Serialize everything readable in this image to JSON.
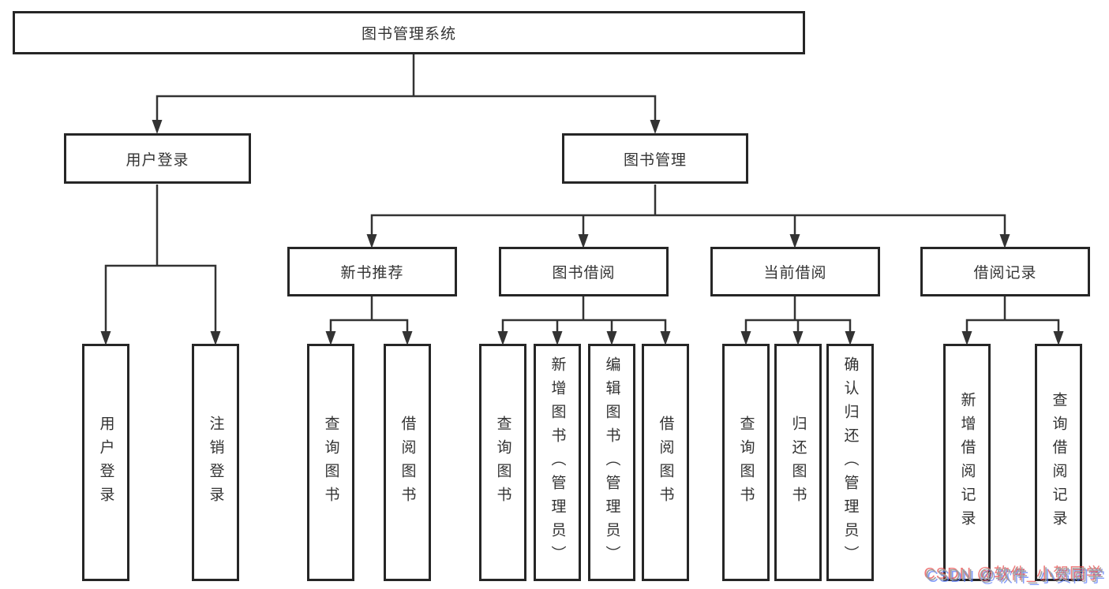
{
  "tree": {
    "label": "图书管理系统",
    "children": [
      {
        "label": "用户登录",
        "children": [
          {
            "label": "用户登录"
          },
          {
            "label": "注销登录"
          }
        ]
      },
      {
        "label": "图书管理",
        "children": [
          {
            "label": "新书推荐",
            "children": [
              {
                "label": "查询图书"
              },
              {
                "label": "借阅图书"
              }
            ]
          },
          {
            "label": "图书借阅",
            "children": [
              {
                "label": "查询图书"
              },
              {
                "label": "新增图书（管理员）"
              },
              {
                "label": "编辑图书（管理员）"
              },
              {
                "label": "借阅图书"
              }
            ]
          },
          {
            "label": "当前借阅",
            "children": [
              {
                "label": "查询图书"
              },
              {
                "label": "归还图书"
              },
              {
                "label": "确认归还（管理员）"
              }
            ]
          },
          {
            "label": "借阅记录",
            "children": [
              {
                "label": "新增借阅记录"
              },
              {
                "label": "查询借阅记录"
              }
            ]
          }
        ]
      }
    ]
  },
  "watermark": {
    "text": "CSDN @软件_小贺同学"
  },
  "colors": {
    "line": "#333333",
    "box_border": "#262626",
    "box_fill": "#ffffff",
    "text": "#333333",
    "watermark_gray": "#9e9e9e",
    "watermark_red": "#e84c4c",
    "watermark_blue": "#5b7cfa"
  }
}
